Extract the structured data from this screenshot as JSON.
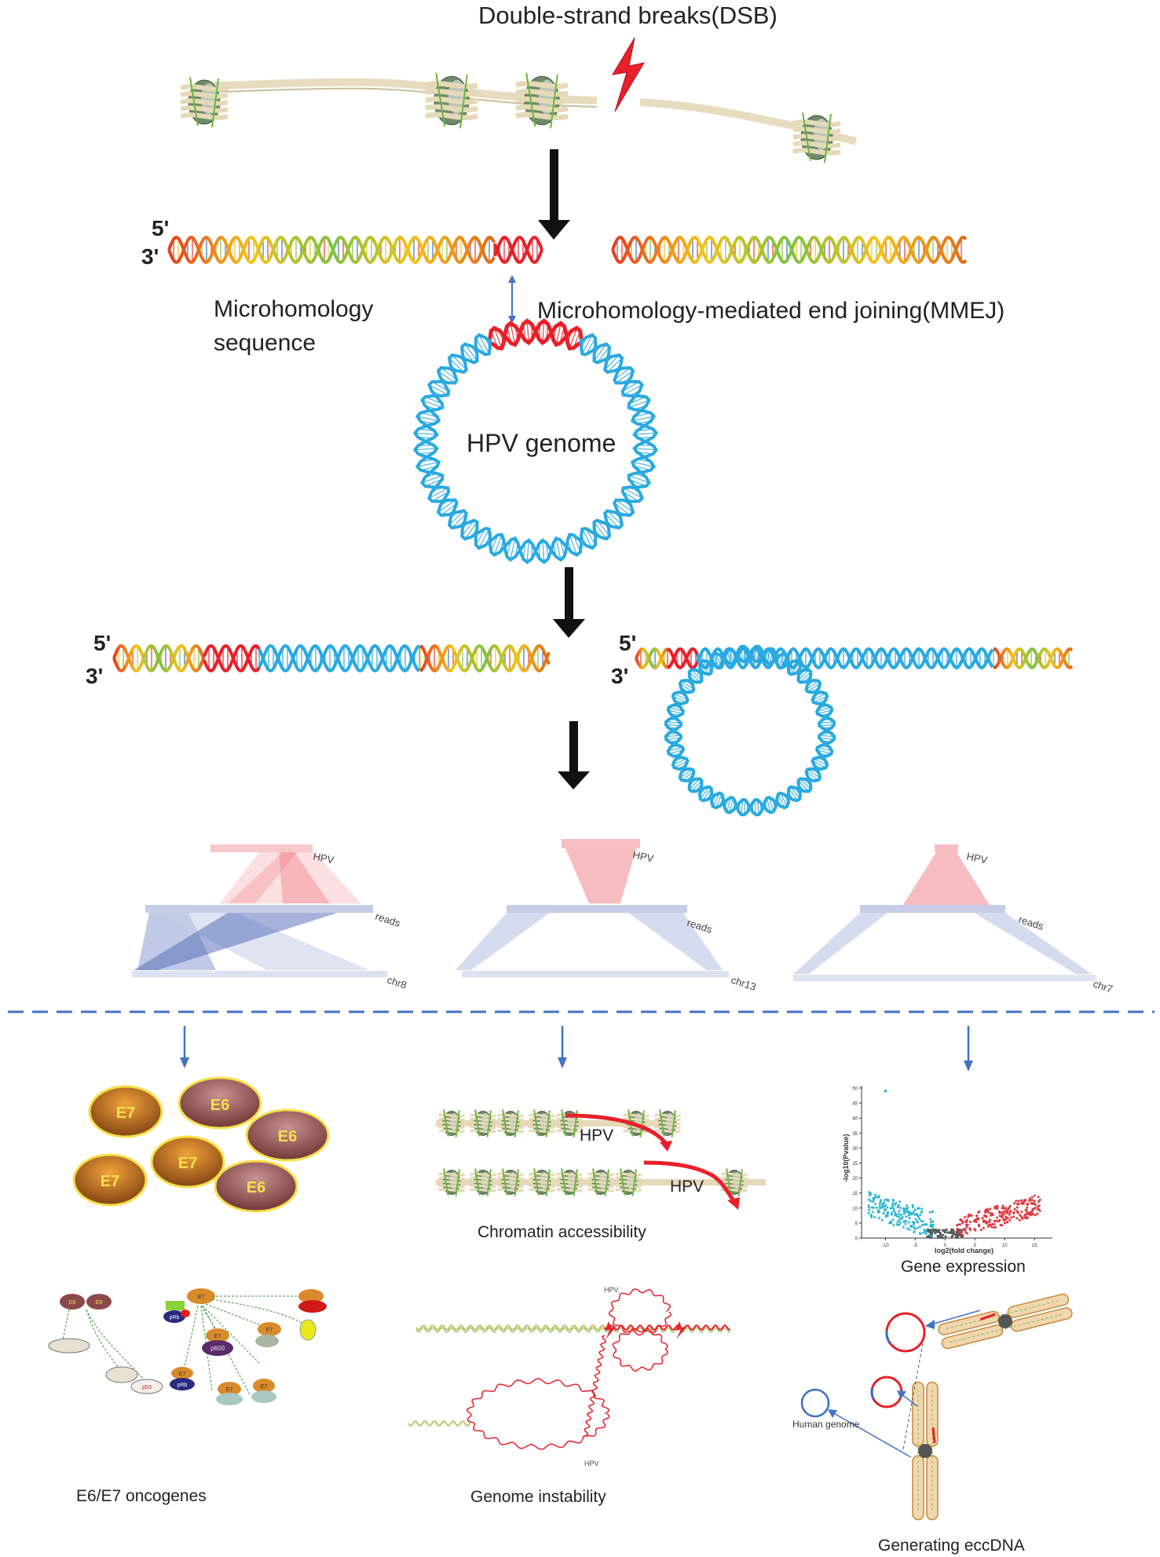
{
  "title": "Double-strand breaks(DSB)",
  "labels": {
    "five_prime": "5'",
    "three_prime": "3'",
    "microhomology": [
      "Microhomology",
      "sequence"
    ],
    "mmej": "Microhomology-mediated end joining(MMEJ)",
    "hpv_genome": "HPV genome"
  },
  "integration_panels": [
    {
      "top": "HPV",
      "middle": "reads",
      "bottom": "chr8"
    },
    {
      "top": "HPV",
      "middle": "reads",
      "bottom": "chr13"
    },
    {
      "top": "HPV",
      "middle": "reads",
      "bottom": "chr7"
    }
  ],
  "oncoproteins": [
    "E7",
    "E6",
    "E6",
    "E7",
    "E7",
    "E6"
  ],
  "chromatin": {
    "hpv_labels": [
      "HPV",
      "HPV"
    ],
    "caption": "Chromatin accessibility"
  },
  "volcano": {
    "y_label": "-log10(Pvalue)",
    "x_label": "log2(fold change)",
    "y_ticks": [
      "0",
      "5",
      "10",
      "15",
      "20",
      "25",
      "30",
      "35",
      "40",
      "45",
      "50"
    ],
    "x_ticks": [
      "-10",
      "-5",
      "0",
      "5",
      "10",
      "15"
    ],
    "caption": "Gene expression"
  },
  "pathway": {
    "proteins": [
      "E6",
      "E6",
      "E7",
      "E7",
      "E7",
      "E7",
      "E7",
      "E7"
    ],
    "targets": [
      "pRb",
      "p53",
      "p600",
      "pRb"
    ],
    "caption": "E6/E7 oncogenes"
  },
  "instability": {
    "hpv_top": "HPV",
    "hpv_bottom": "HPV",
    "caption": "Genome instability"
  },
  "eccdna": {
    "human_genome": "Human genome",
    "caption": "Generating eccDNA"
  },
  "colors": {
    "hpv_blue": "#29a9e0",
    "micro_red": "#e8202a",
    "arrow_black": "#111111",
    "blue_arrow": "#4472c4",
    "dashed": "#4472c4",
    "pink": "#f4a3a8",
    "lavender": "#c5cde8"
  }
}
